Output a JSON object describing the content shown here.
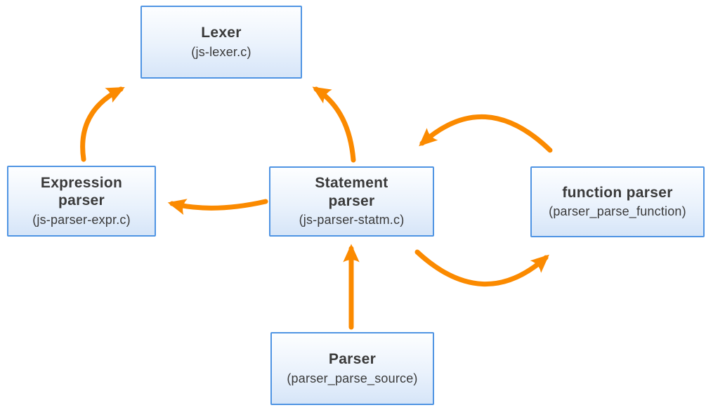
{
  "diagram": {
    "colors": {
      "background": "#ffffff",
      "box_border": "#4f94e3",
      "box_fill_top": "#fdfeff",
      "box_fill_bottom": "#d6e5f8",
      "arrow": "#fb8a00",
      "text": "#3a3a3a"
    },
    "nodes": [
      {
        "id": "lexer",
        "title": "Lexer",
        "subtitle": "(js-lexer.c)"
      },
      {
        "id": "expression-parser",
        "title": "Expression\nparser",
        "subtitle": "(js-parser-expr.c)"
      },
      {
        "id": "statement-parser",
        "title": "Statement\nparser",
        "subtitle": "(js-parser-statm.c)"
      },
      {
        "id": "function-parser",
        "title": "function parser",
        "subtitle": "(parser_parse_function)"
      },
      {
        "id": "parser",
        "title": "Parser",
        "subtitle": "(parser_parse_source)"
      }
    ],
    "edges": [
      {
        "from": "expression-parser",
        "to": "lexer",
        "style": "curved"
      },
      {
        "from": "statement-parser",
        "to": "lexer",
        "style": "curved"
      },
      {
        "from": "statement-parser",
        "to": "expression-parser",
        "style": "curved"
      },
      {
        "from": "function-parser",
        "to": "statement-parser",
        "style": "arc-over"
      },
      {
        "from": "statement-parser",
        "to": "function-parser",
        "style": "arc-under"
      },
      {
        "from": "parser",
        "to": "statement-parser",
        "style": "straight"
      }
    ]
  }
}
